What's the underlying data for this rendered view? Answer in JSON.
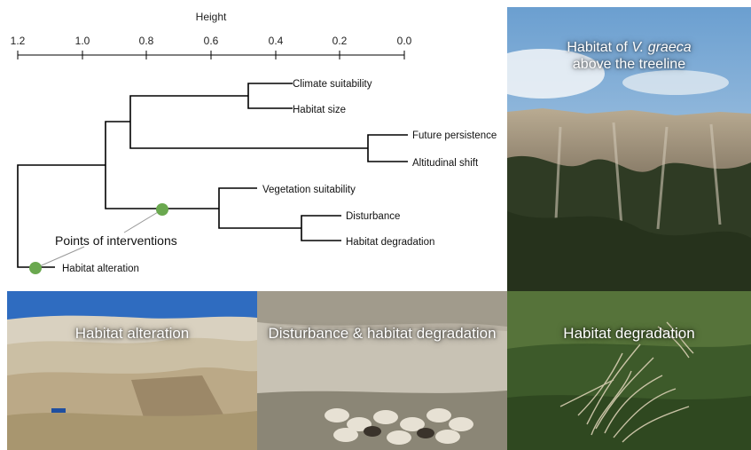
{
  "axis": {
    "title": "Height",
    "ticks": [
      "1.2",
      "1.0",
      "0.8",
      "0.6",
      "0.4",
      "0.2",
      "0.0"
    ]
  },
  "leaves": [
    "Climate suitability",
    "Habitat size",
    "Future persistence",
    "Altitudinal shift",
    "Vegetation suitability",
    "Disturbance",
    "Habitat degradation",
    "Habitat alteration"
  ],
  "callout": "Points of interventions",
  "photos": {
    "treeline": {
      "line1_prefix": "Habitat of ",
      "line1_italic": "V. graeca",
      "line2": "above the treeline"
    },
    "alteration": {
      "caption": "Habitat alteration"
    },
    "disturbance": {
      "caption": "Disturbance & habitat degradation"
    },
    "degradation": {
      "caption": "Habitat degradation"
    }
  },
  "colors": {
    "marker": "#6aa84f",
    "line": "#000000"
  }
}
